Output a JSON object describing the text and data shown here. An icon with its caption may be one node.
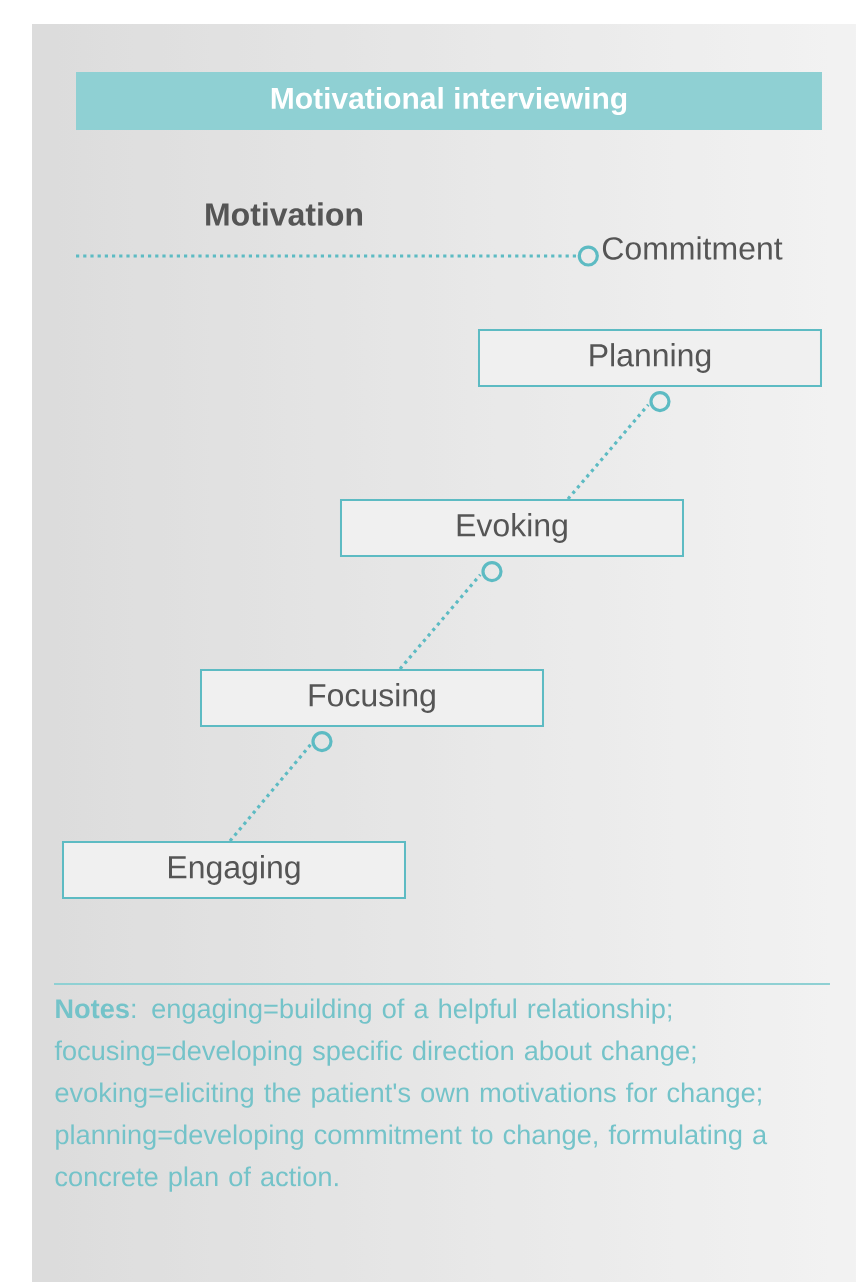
{
  "diagram": {
    "title": "Motivational interviewing",
    "nodes": [
      {
        "text": [
          "Commitment"
        ]
      },
      {
        "text": [
          "Planning"
        ]
      },
      {
        "text": [
          "Evoking"
        ]
      },
      {
        "text": [
          "Focusing"
        ]
      },
      {
        "text": [
          "Engaging"
        ]
      }
    ],
    "edges": [
      {
        "from": null,
        "to": 0,
        "arrow": "other",
        "label": "Motivation",
        "style": "dashed"
      },
      {
        "from": 4,
        "to": 3,
        "arrow": "other",
        "style": "dashed"
      },
      {
        "from": 3,
        "to": 2,
        "arrow": "other",
        "style": "dashed"
      },
      {
        "from": 2,
        "to": 1,
        "arrow": "other",
        "style": "dashed"
      }
    ],
    "labels": [
      "**Notes**: engaging=building of a helpful relationship; focusing=developing specific direction about change; evoking=eliciting the patient's own motivations for change; planning=developing commitment to change, formulating a concrete plan of action."
    ]
  }
}
